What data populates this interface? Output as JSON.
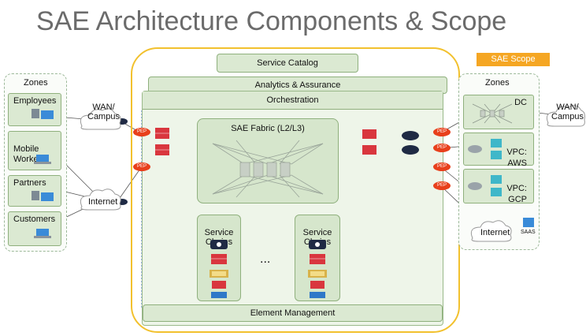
{
  "title": "SAE Architecture Components & Scope",
  "scope_label": "SAE Scope",
  "layers": {
    "service_catalog": "Service Catalog",
    "analytics": "Analytics & Assurance",
    "orchestration": "Orchestration",
    "fabric": "SAE Fabric (L2/L3)",
    "element_management": "Element Management"
  },
  "service_chains": [
    "Service\nChains",
    "Service\nChains"
  ],
  "ellipsis": "...",
  "left_zones": {
    "heading": "Zones",
    "items": [
      "Employees",
      "Mobile\nWorkers",
      "Partners",
      "Customers"
    ],
    "wan_label": "WAN/\nCampus",
    "internet_label": "Internet"
  },
  "right_zones": {
    "heading": "Zones",
    "items": [
      "DC",
      "VPC:\nAWS",
      "VPC:\nGCP"
    ],
    "wan_label": "WAN/\nCampus",
    "internet_label": "Internet",
    "saas_label": "SAAS"
  },
  "pep_label": "PEP",
  "colors": {
    "scope_border": "#f2c12e",
    "scope_tag": "#f5a623",
    "layer_fill": "#dbe9d2",
    "pep": "#e8401c",
    "firewall": "#d9363e"
  }
}
